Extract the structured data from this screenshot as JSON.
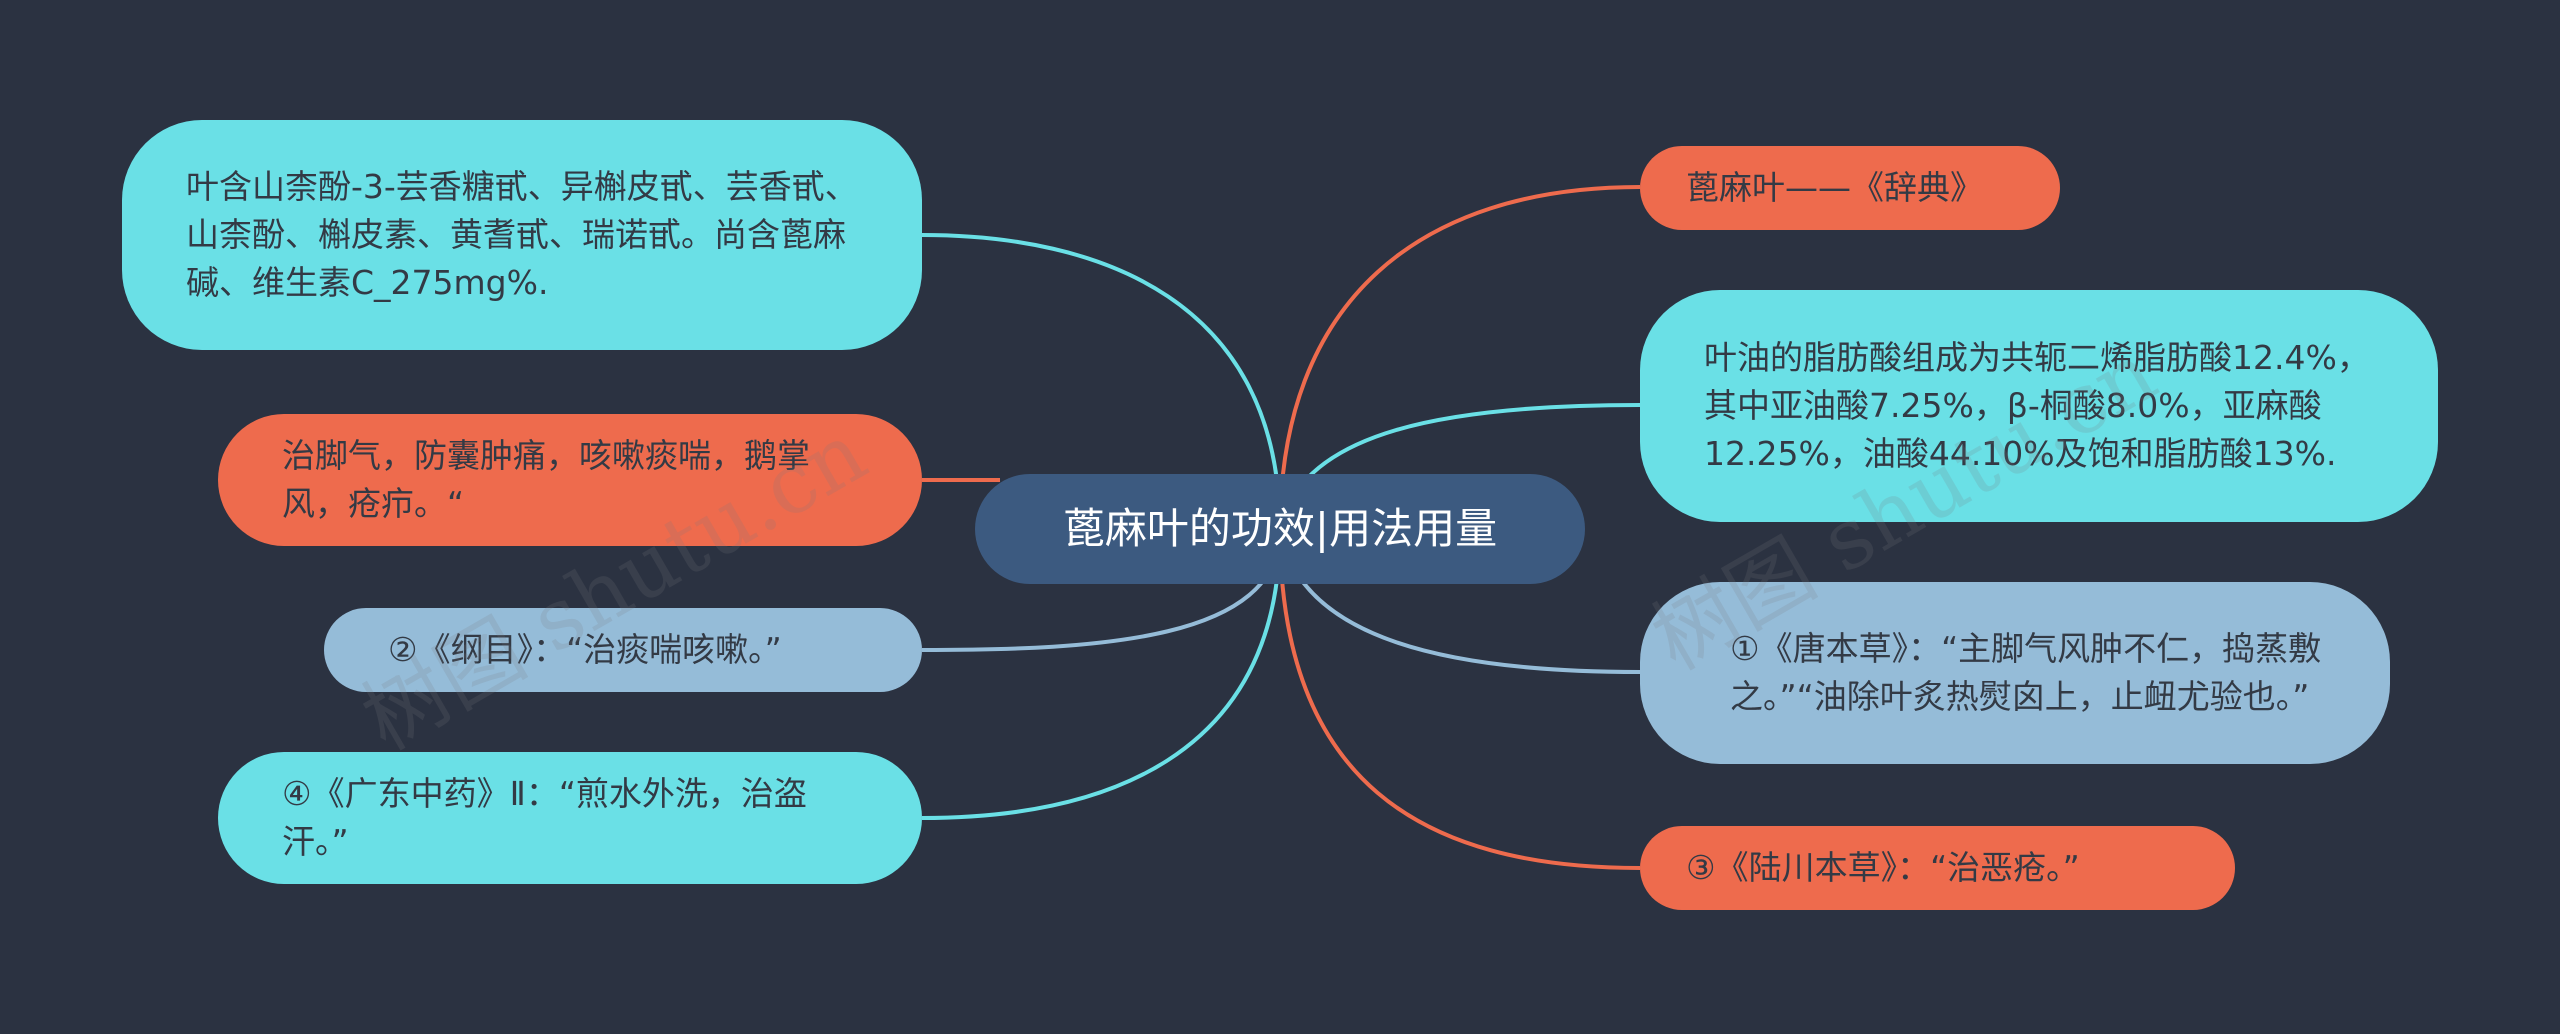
{
  "center": "蓖麻叶的功效|用法用量",
  "left": [
    {
      "id": "l1",
      "style": "cyan",
      "text": "叶含山柰酚-3-芸香糖甙、异槲皮甙、芸香甙、山柰酚、槲皮素、黄耆甙、瑞诺甙。尚含蓖麻碱、维生素C_275mg%."
    },
    {
      "id": "l2",
      "style": "orange",
      "text": "治脚气，防囊肿痛，咳嗽痰喘，鹅掌风，疮疖。“"
    },
    {
      "id": "l3",
      "style": "blue",
      "text": "②《纲目》：“治痰喘咳嗽。”"
    },
    {
      "id": "l4",
      "style": "cyan",
      "text": "④《广东中药》Ⅱ：“煎水外洗，治盗汗。”"
    }
  ],
  "right": [
    {
      "id": "r1",
      "style": "orange",
      "text": "蓖麻叶——《辞典》"
    },
    {
      "id": "r2",
      "style": "cyan",
      "text": "叶油的脂肪酸组成为共轭二烯脂肪酸12.4%，其中亚油酸7.25%，β-桐酸8.0%，亚麻酸12.25%，油酸44.10%及饱和脂肪酸13%."
    },
    {
      "id": "r3",
      "style": "blue",
      "text": "①《唐本草》：“主脚气风肿不仁，捣蒸敷之。”“油除叶炙热熨囟上，止衄尤验也。”"
    },
    {
      "id": "r4",
      "style": "orange",
      "text": "③《陆川本草》：“治恶疮。”"
    }
  ],
  "colors": {
    "background": "#2b3241",
    "center": "#3c5a80",
    "cyan": "#6ae0e6",
    "orange": "#ee6b4d",
    "blue": "#95bcd8"
  },
  "watermark": "树图 shutu.cn"
}
